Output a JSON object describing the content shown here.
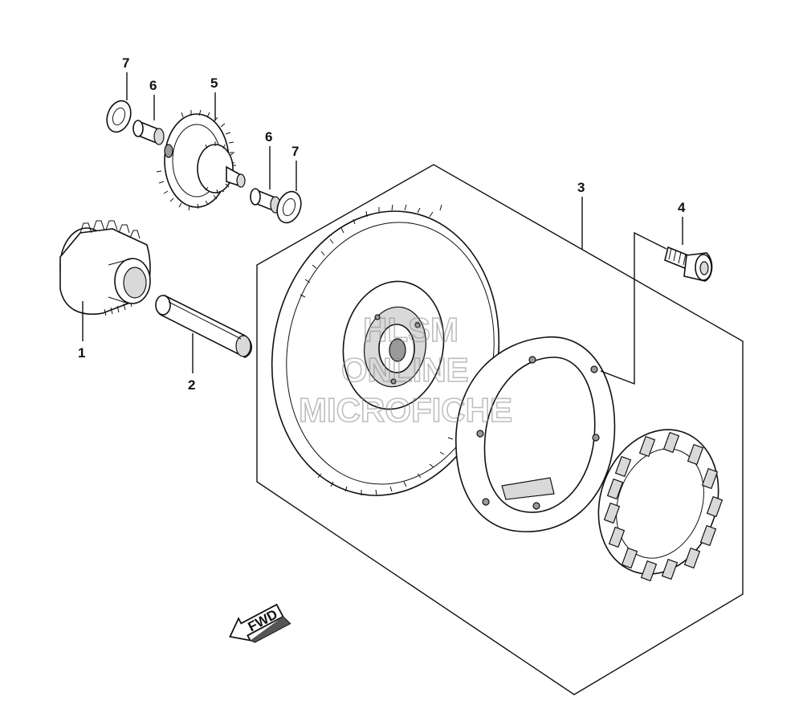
{
  "diagram": {
    "callouts": {
      "c1": "1",
      "c2": "2",
      "c3": "3",
      "c4": "4",
      "c5": "5",
      "c6a": "6",
      "c6b": "6",
      "c7a": "7",
      "c7b": "7"
    },
    "watermark": {
      "line1": "HLSM",
      "line2": "ONLINE",
      "line3": "MICROFICHE"
    },
    "direction_arrow": {
      "label": "FWD"
    }
  }
}
